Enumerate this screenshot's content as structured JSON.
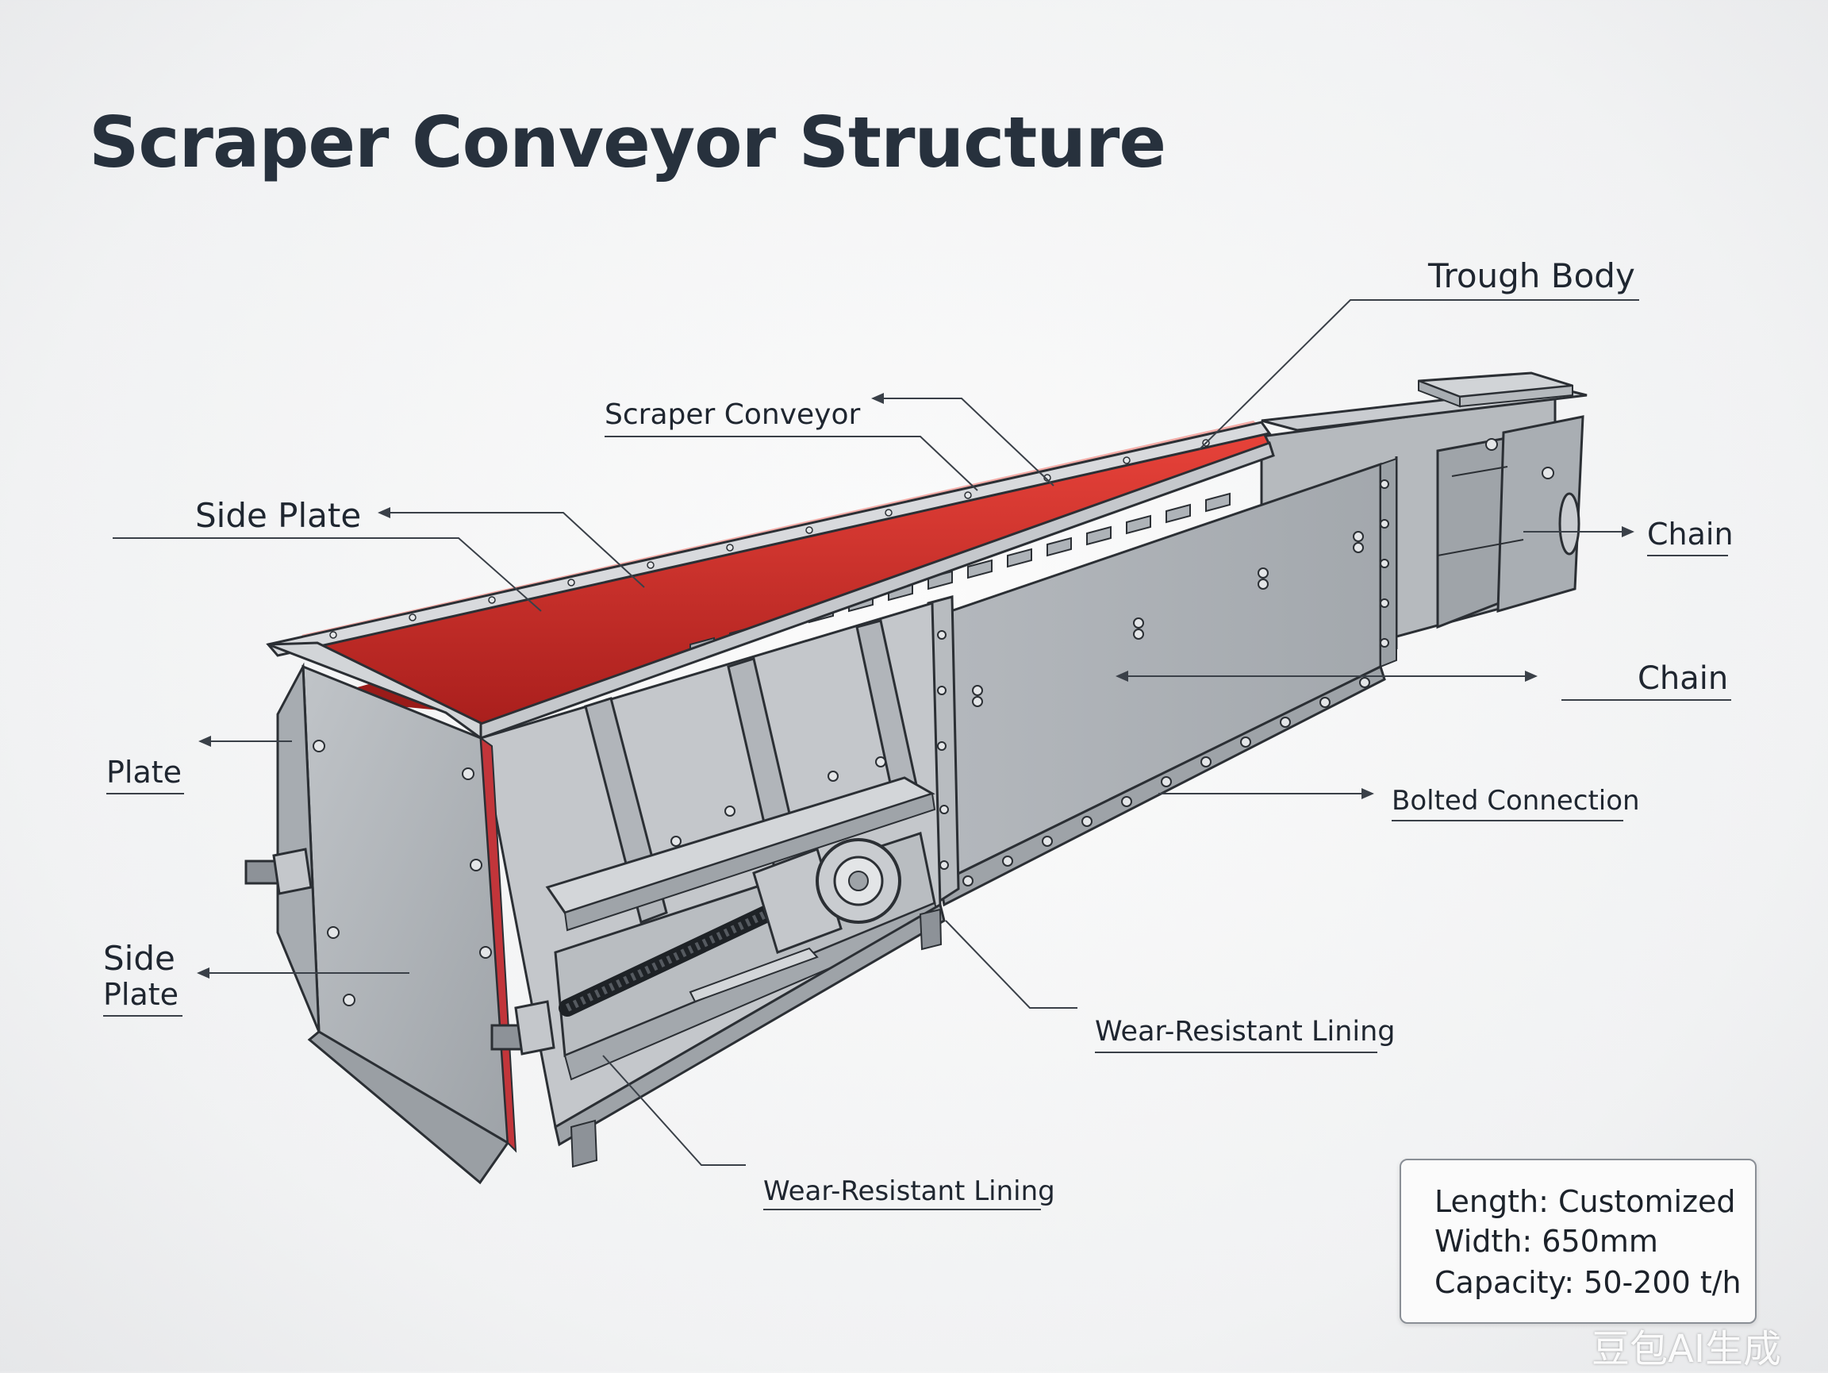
{
  "title": "Scraper Conveyor Structure",
  "labels": {
    "trough_body": "Trough Body",
    "scraper_conveyor": "Scraper Conveyor",
    "side_plate_top": "Side Plate",
    "plate": "Plate",
    "side_plate_bottom_1": "Side",
    "side_plate_bottom_2": "Plate",
    "chain_top": "Chain",
    "chain_mid": "Chain",
    "bolted_connection": "Bolted Connection",
    "wear_lining_right": "Wear-Resistant Lining",
    "wear_lining_bottom": "Wear-Resistant Lining"
  },
  "specs": {
    "length": "Length: Customized",
    "width": "Width: 650mm",
    "capacity": "Capacity: 50-200 t/h"
  },
  "watermark": "豆包AI生成",
  "colors": {
    "steel": "#aeb3b8",
    "steel_dark": "#8d9298",
    "lining_red": "#d2302b",
    "outline": "#2b2f34",
    "text": "#1f2630"
  }
}
